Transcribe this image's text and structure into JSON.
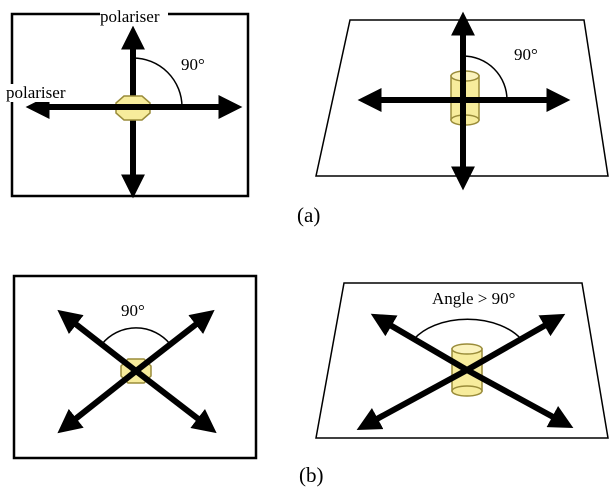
{
  "labels": {
    "polariser_top": "polariser",
    "polariser_left": "polariser",
    "angle_a_left": "90°",
    "angle_a_right": "90°",
    "angle_b_left": "90°",
    "angle_b_right": "Angle > 90°"
  },
  "captions": {
    "a": "(a)",
    "b": "(b)"
  },
  "colors": {
    "crystal_fill": "#f7ec9c",
    "crystal_stroke": "#9a8c3a",
    "arrow": "#000000",
    "frame": "#000000"
  }
}
